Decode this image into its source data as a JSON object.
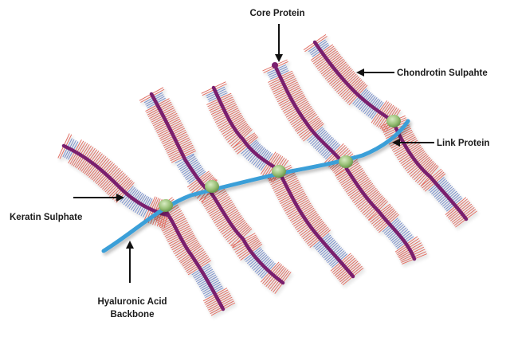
{
  "labels": {
    "core_protein": "Core Protein",
    "chondrotin_sulphate": "Chondrotin  Sulpahte",
    "link_protein": "Link Protein",
    "keratin_sulphate": "Keratin Sulphate",
    "hyaluronic_line1": "Hyaluronic Acid",
    "hyaluronic_line2": "Backbone"
  },
  "colors": {
    "core_protein": "#7a1f6e",
    "hyaluronic_backbone": "#3b9fd8",
    "link_protein": "#9cc27a",
    "chondroitin_chains": "#e0665a",
    "keratan_chains": "#6f88c8"
  }
}
